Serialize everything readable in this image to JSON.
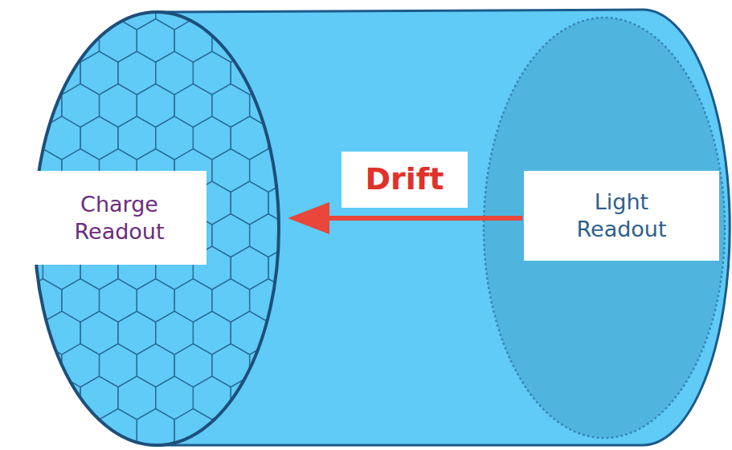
{
  "diagram": {
    "nodes": [
      {
        "text": [
          "Charge Readout"
        ]
      },
      {
        "text": [
          "Drift"
        ]
      },
      {
        "text": [
          "Light Readout"
        ]
      }
    ]
  }
}
